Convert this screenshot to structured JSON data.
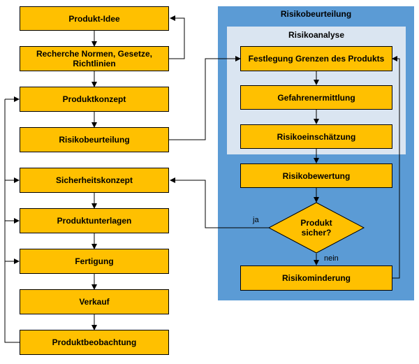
{
  "panels": {
    "outer_title": "Risikobeurteilung",
    "inner_title": "Risikoanalyse"
  },
  "left_flow": [
    "Produkt-Idee",
    "Recherche Normen, Gesetze, Richtlinien",
    "Produktkonzept",
    "Risikobeurteilung",
    "Sicherheitskonzept",
    "Produktunterlagen",
    "Fertigung",
    "Verkauf",
    "Produktbeobachtung"
  ],
  "right_flow": [
    "Festlegung Grenzen des Produkts",
    "Gefahrenermittlung",
    "Risikoeinschätzung",
    "Risikobewertung",
    "Risikominderung"
  ],
  "decision": {
    "label": "Produkt sicher?",
    "yes_label": "ja",
    "no_label": "nein"
  },
  "colors": {
    "box_fill": "#ffc000",
    "outer_panel": "#5b9bd5",
    "inner_panel": "#dae5f1"
  }
}
